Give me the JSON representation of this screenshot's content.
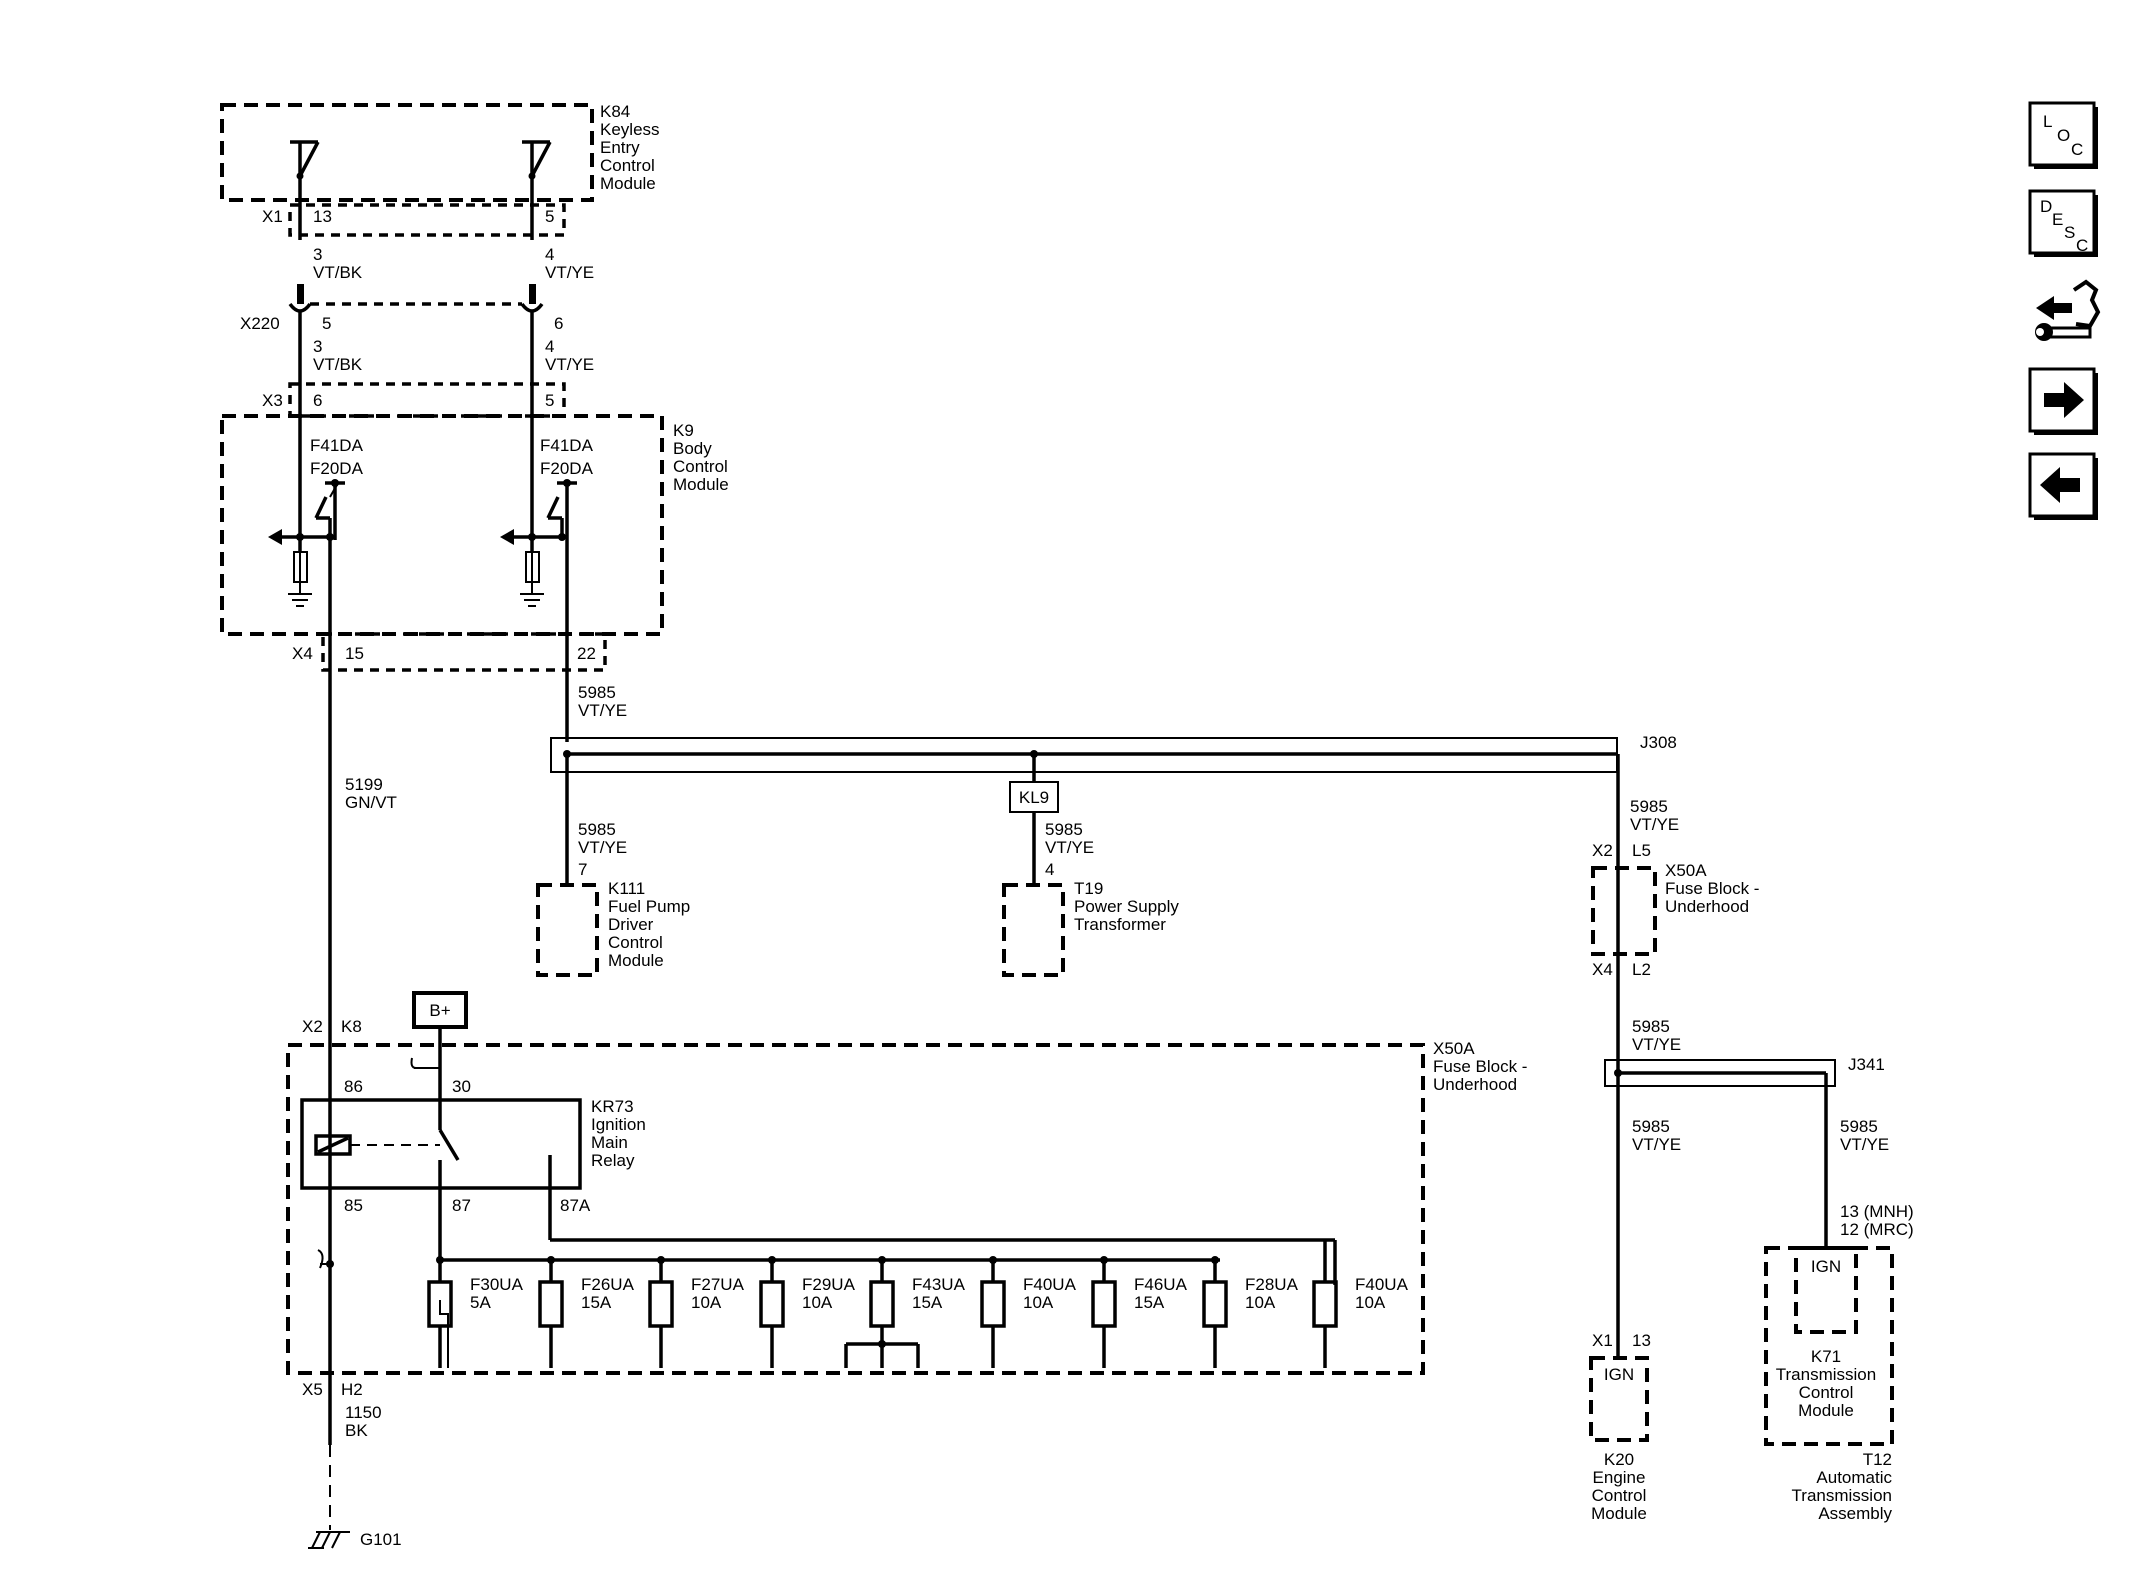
{
  "modules": {
    "k84": {
      "id": "K84",
      "lines": [
        "Keyless",
        "Entry",
        "Control",
        "Module"
      ]
    },
    "k9": {
      "id": "K9",
      "lines": [
        "Body",
        "Control",
        "Module"
      ]
    },
    "k111": {
      "id": "K111",
      "lines": [
        "Fuel Pump",
        "Driver",
        "Control",
        "Module"
      ]
    },
    "t19": {
      "id": "T19",
      "lines": [
        "Power Supply",
        "Transformer"
      ]
    },
    "x50a_top": {
      "id": "X50A",
      "lines": [
        "Fuse Block -",
        "Underhood"
      ]
    },
    "x50a_main": {
      "id": "X50A",
      "lines": [
        "Fuse Block -",
        "Underhood"
      ]
    },
    "kr73": {
      "id": "KR73",
      "lines": [
        "Ignition",
        "Main",
        "Relay"
      ]
    },
    "k20": {
      "id": "K20",
      "lines": [
        "Engine",
        "Control",
        "Module"
      ],
      "pin_label": "IGN"
    },
    "k71": {
      "id": "K71",
      "lines": [
        "Transmission",
        "Control",
        "Module"
      ],
      "pin_label": "IGN"
    },
    "t12": {
      "id": "T12",
      "lines": [
        "Automatic",
        "Transmission",
        "Assembly"
      ]
    }
  },
  "connectors": {
    "x1_k84": "X1",
    "x220": "X220",
    "x3": "X3",
    "x4_k9": "X4",
    "x2_top": "X2",
    "x4_mid": "X4",
    "x2_fb": "X2",
    "x5": "X5",
    "x1_k20": "X1"
  },
  "pins": {
    "k84_a": "13",
    "k84_b": "5",
    "x220_a": "5",
    "x220_b": "6",
    "x3_a": "6",
    "x3_b": "5",
    "x4_a": "15",
    "x4_b": "22",
    "k111": "7",
    "t19": "4",
    "x2_l5": "L5",
    "x4_l2": "L2",
    "x2_k8": "K8",
    "x5_h2": "H2",
    "relay_86": "86",
    "relay_30": "30",
    "relay_85": "85",
    "relay_87": "87",
    "relay_87a": "87A",
    "k20": "13",
    "k71_mnh": "13 (MNH)",
    "k71_mrc": "12 (MRC)"
  },
  "wires": {
    "vt_bk_1": {
      "circuit": "3",
      "color": "VT/BK"
    },
    "vt_ye_1": {
      "circuit": "4",
      "color": "VT/YE"
    },
    "vt_bk_2": {
      "circuit": "3",
      "color": "VT/BK"
    },
    "vt_ye_2": {
      "circuit": "4",
      "color": "VT/YE"
    },
    "gn_vt": {
      "circuit": "5199",
      "color": "GN/VT"
    },
    "w5985_a": {
      "circuit": "5985",
      "color": "VT/YE"
    },
    "w5985_k111": {
      "circuit": "5985",
      "color": "VT/YE"
    },
    "w5985_t19": {
      "circuit": "5985",
      "color": "VT/YE"
    },
    "w5985_j308": {
      "circuit": "5985",
      "color": "VT/YE"
    },
    "w5985_j341in": {
      "circuit": "5985",
      "color": "VT/YE"
    },
    "w5985_k20": {
      "circuit": "5985",
      "color": "VT/YE"
    },
    "w5985_k71": {
      "circuit": "5985",
      "color": "VT/YE"
    },
    "bk": {
      "circuit": "1150",
      "color": "BK"
    }
  },
  "fuse_refs": {
    "top": "F41DA",
    "bottom": "F20DA"
  },
  "splices": {
    "j308": "J308",
    "j341": "J341",
    "kl9": "KL9"
  },
  "bplus": "B+",
  "ground": "G101",
  "fuses": [
    {
      "name": "F30UA",
      "rating": "5A"
    },
    {
      "name": "F26UA",
      "rating": "15A"
    },
    {
      "name": "F27UA",
      "rating": "10A"
    },
    {
      "name": "F29UA",
      "rating": "10A"
    },
    {
      "name": "F43UA",
      "rating": "15A"
    },
    {
      "name": "F40UA",
      "rating": "10A"
    },
    {
      "name": "F46UA",
      "rating": "15A"
    },
    {
      "name": "F28UA",
      "rating": "10A"
    },
    {
      "name": "F40UA",
      "rating": "10A"
    }
  ],
  "nav": {
    "loc": {
      "l1": "L",
      "l2": "O",
      "l3": "C"
    },
    "desc": {
      "l1": "D",
      "l2": "E",
      "l3": "S",
      "l4": "C"
    },
    "icons": [
      "loc-icon",
      "desc-icon",
      "repair-icon",
      "next-arrow-icon",
      "back-arrow-icon"
    ]
  }
}
